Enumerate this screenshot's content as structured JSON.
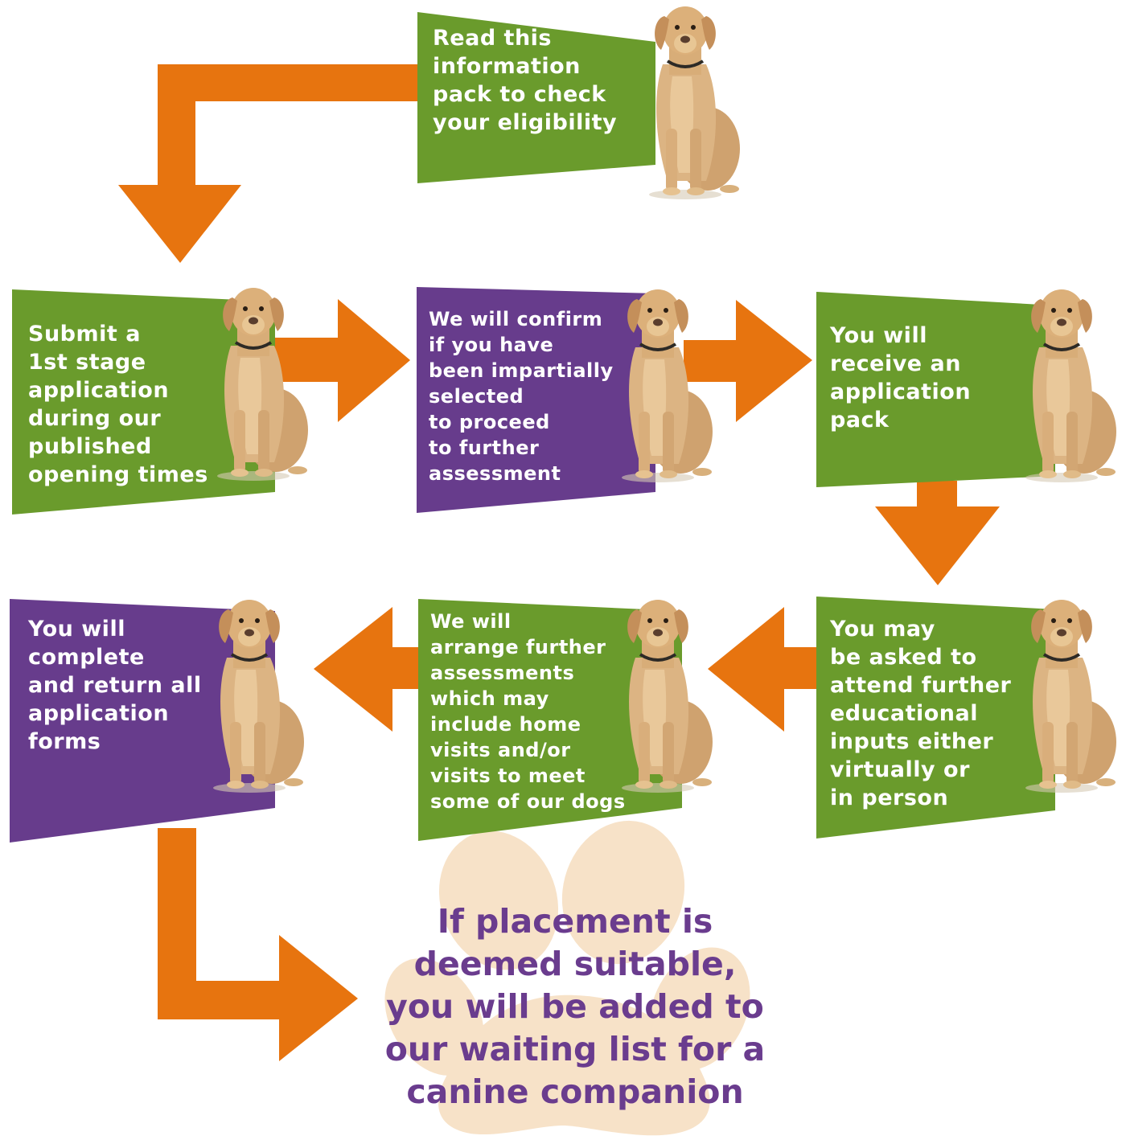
{
  "colors": {
    "green": "#6a9b2c",
    "purple": "#673c8c",
    "orange": "#e7740f",
    "paw": "#f7e2c8",
    "final_text": "#6a3c8e"
  },
  "steps": [
    {
      "id": "read-pack",
      "color": "green",
      "text": "Read this\ninformation\npack to check\nyour eligibility",
      "icon": "labrador-dog"
    },
    {
      "id": "submit-application",
      "color": "green",
      "text": "Submit a\n1st stage\napplication\nduring our\npublished\nopening times",
      "icon": "labrador-dog"
    },
    {
      "id": "confirm-selection",
      "color": "purple",
      "text": "We will confirm\nif you have\nbeen impartially\nselected\nto proceed\nto further\nassessment",
      "icon": "labrador-dog"
    },
    {
      "id": "receive-pack",
      "color": "green",
      "text": "You will\nreceive an\napplication\npack",
      "icon": "labrador-dog"
    },
    {
      "id": "educational-inputs",
      "color": "green",
      "text": "You may\nbe asked to\nattend further\neducational\ninputs either\nvirtually or\nin person",
      "icon": "labrador-dog"
    },
    {
      "id": "further-assessments",
      "color": "green",
      "text": "We will\narrange further\nassessments\nwhich may\ninclude home\nvisits and/or\nvisits to meet\nsome of our dogs",
      "icon": "labrador-dog"
    },
    {
      "id": "return-forms",
      "color": "purple",
      "text": "You will\ncomplete\nand return all\napplication\nforms",
      "icon": "labrador-dog"
    }
  ],
  "final": {
    "text": "If placement is\ndeemed suitable,\nyou will be added to\nour waiting list for a\ncanine companion",
    "icon": "paw-print"
  }
}
